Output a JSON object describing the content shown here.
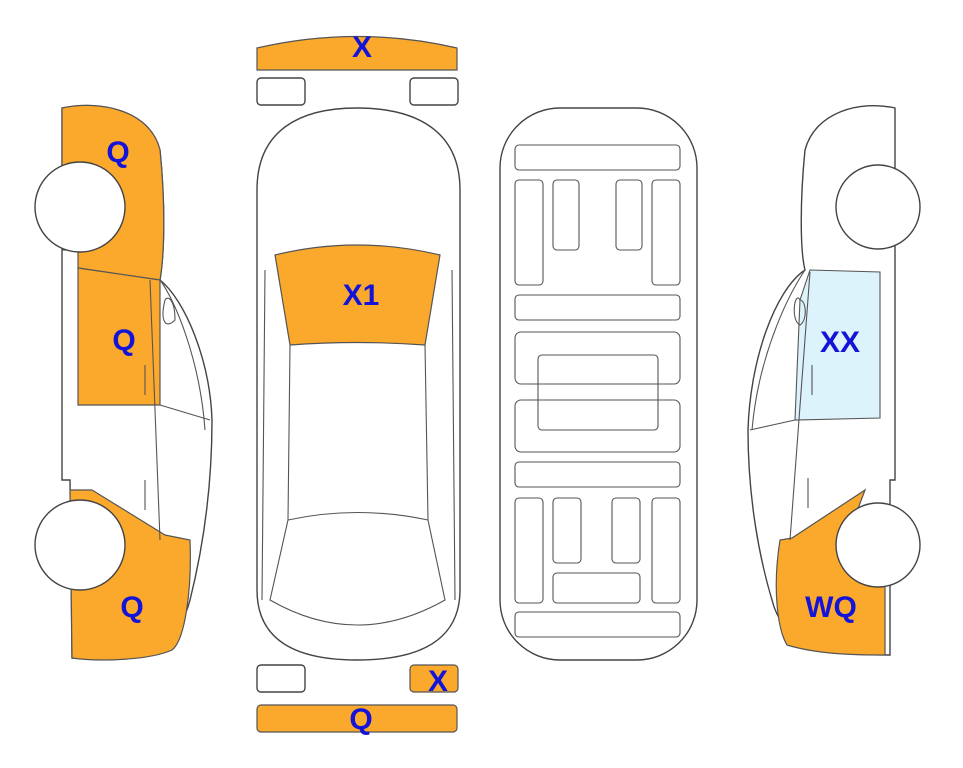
{
  "colors": {
    "damage_orange": "#FBA92D",
    "highlight_blue": "#DDF3FB",
    "label_blue": "#1414D8"
  },
  "labels": {
    "front_bumper": "X",
    "left_front_fender": "Q",
    "left_front_door": "Q",
    "left_rear_fender": "Q",
    "windshield": "X1",
    "rear_right_light": "X",
    "rear_bumper": "Q",
    "right_front_door": "XX",
    "right_rear_fender": "WQ"
  }
}
